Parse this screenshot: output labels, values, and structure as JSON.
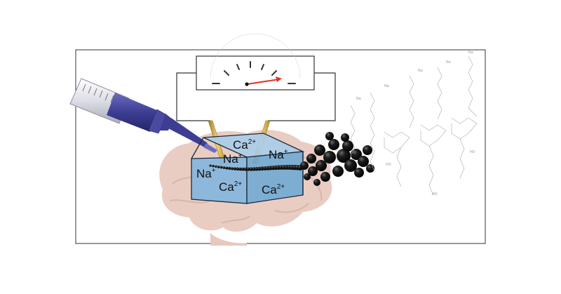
{
  "figure": {
    "ions": [
      {
        "base": "Ca",
        "charge": "2+"
      },
      {
        "base": "Na",
        "charge": "+"
      },
      {
        "base": "Na",
        "charge": "+"
      },
      {
        "base": "Na",
        "charge": "+"
      },
      {
        "base": "Ca",
        "charge": "2+"
      },
      {
        "base": "Ca",
        "charge": "2+"
      }
    ],
    "chem_labels": [
      {
        "text": "Na"
      },
      {
        "text": "Na"
      },
      {
        "text": "Na"
      },
      {
        "text": "Na"
      },
      {
        "text": "Na"
      },
      {
        "text": "HO"
      },
      {
        "text": "HO"
      },
      {
        "text": "HO"
      }
    ],
    "colors": {
      "frame": "#333333",
      "tissue_block": "#7fb5de",
      "brain": "#e7cbc0",
      "syringe_plunger": "#3d3e93",
      "electrode": "#d3a93a",
      "needle": "#e23224",
      "polymer_beads": "#0c0c0c",
      "molecule_lines": "#b3b3b3"
    }
  }
}
